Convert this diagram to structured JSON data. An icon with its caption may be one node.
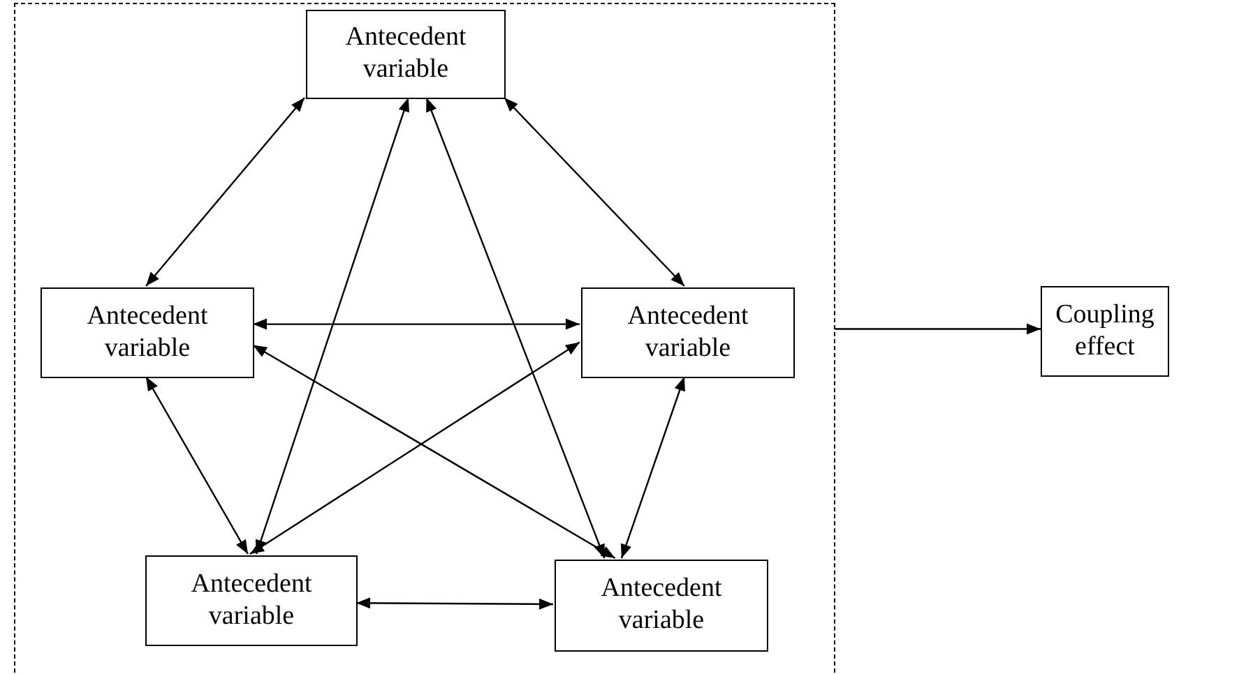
{
  "diagram": {
    "nodes": [
      {
        "text": [],
        "shape": "box"
      },
      {
        "text": [
          "Antecedent variable"
        ],
        "in": 0
      },
      {
        "text": [
          "Antecedent variable"
        ],
        "in": 0
      },
      {
        "text": [
          "Antecedent variable"
        ],
        "in": 0
      },
      {
        "text": [
          "Antecedent variable"
        ],
        "in": 0
      },
      {
        "text": [
          "Antecedent variable"
        ],
        "in": 0
      },
      {
        "text": [
          "Coupling effect"
        ]
      }
    ],
    "edges": [
      {
        "from": 1,
        "to": 2,
        "arrow": "both"
      },
      {
        "from": 1,
        "to": 3,
        "arrow": "both"
      },
      {
        "from": 1,
        "to": 4,
        "arrow": "both"
      },
      {
        "from": 1,
        "to": 5,
        "arrow": "both"
      },
      {
        "from": 2,
        "to": 3,
        "arrow": "both"
      },
      {
        "from": 2,
        "to": 5,
        "arrow": "both"
      },
      {
        "from": 3,
        "to": 4,
        "arrow": "both"
      },
      {
        "from": 2,
        "to": 4,
        "arrow": "both"
      },
      {
        "from": 3,
        "to": 5,
        "arrow": "both"
      },
      {
        "from": 4,
        "to": 5,
        "arrow": "both"
      },
      {
        "from": 0,
        "to": 6,
        "arrow": "to"
      }
    ]
  }
}
